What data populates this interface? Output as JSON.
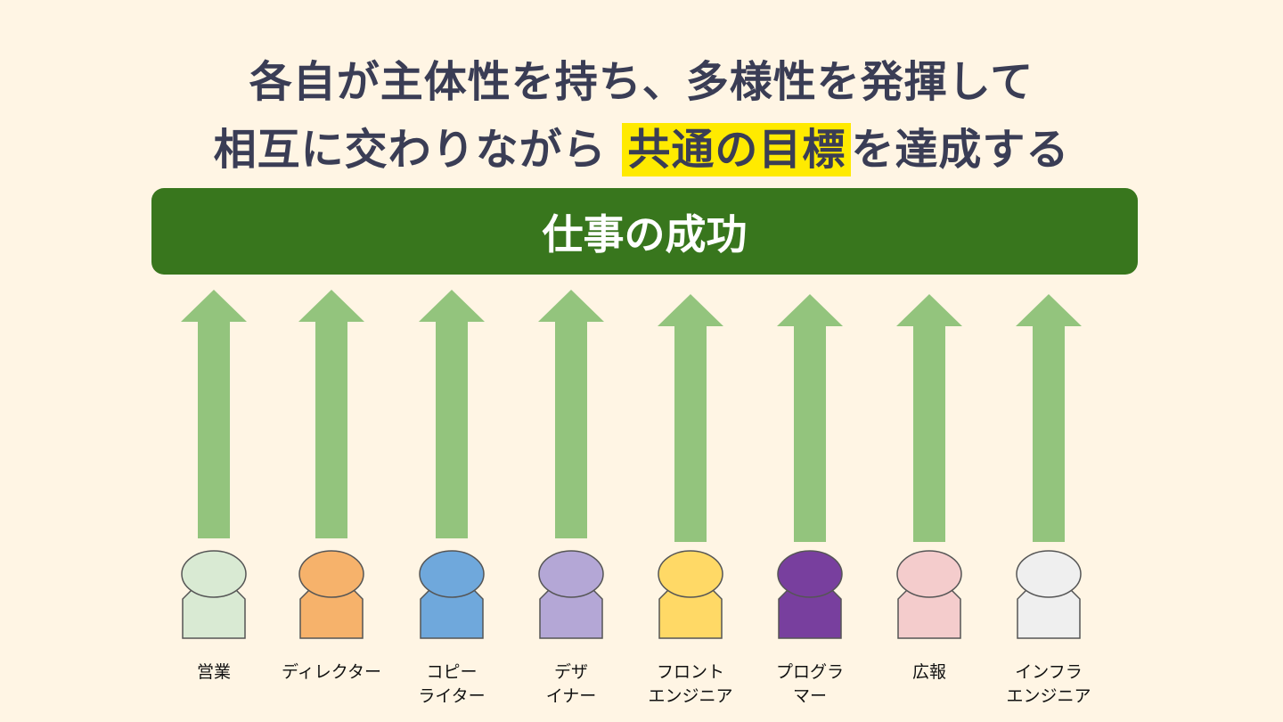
{
  "title": {
    "line1": "各自が主体性を持ち、多様性を発揮して",
    "line2_before": "相互に交わりながら",
    "line2_highlight": "共通の目標",
    "line2_after": "を達成する"
  },
  "banner": {
    "text": "仕事の成功"
  },
  "colors": {
    "background": "#fff5e4",
    "banner": "#38761d",
    "arrow": "#93c47d",
    "highlight": "#ffea00",
    "title_text": "#3a3d55"
  },
  "roles": [
    {
      "lines": [
        "営業"
      ],
      "color": "#d9ead3"
    },
    {
      "lines": [
        "ディレクター"
      ],
      "color": "#f6b26b"
    },
    {
      "lines": [
        "コピー",
        "ライター"
      ],
      "color": "#6fa8dc"
    },
    {
      "lines": [
        "デザ",
        "イナー"
      ],
      "color": "#b4a7d6"
    },
    {
      "lines": [
        "フロント",
        "エンジニア"
      ],
      "color": "#ffd966"
    },
    {
      "lines": [
        "プログラ",
        "マー"
      ],
      "color": "#783f9e"
    },
    {
      "lines": [
        "広報"
      ],
      "color": "#f4cccc"
    },
    {
      "lines": [
        "インフラ",
        "エンジニア"
      ],
      "color": "#efefef"
    }
  ]
}
